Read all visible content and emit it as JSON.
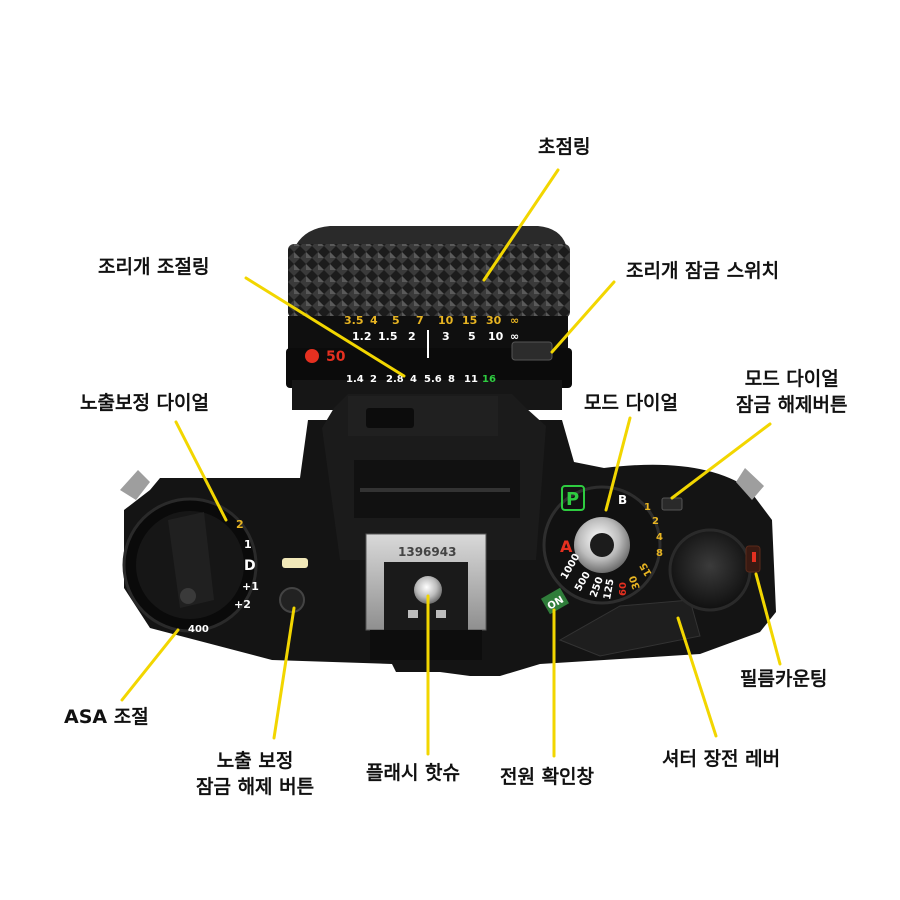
{
  "callouts": {
    "focus_ring": "초점링",
    "aperture_ring": "조리개 조절링",
    "aperture_lock": "조리개 잠금 스위치",
    "exposure_comp_dial": "노출보정 다이얼",
    "mode_dial": "모드 다이얼",
    "mode_dial_release": {
      "line1": "모드 다이얼",
      "line2": "잠금 해제버튼"
    },
    "asa_adjust": "ASA 조절",
    "exp_comp_release": {
      "line1": "노출 보정",
      "line2": "잠금 해제 버튼"
    },
    "hot_shoe": "플래시 핫슈",
    "power_window": "전원 확인창",
    "advance_lever": "셔터 장전 레버",
    "film_counter": "필름카운팅"
  },
  "camera_markings": {
    "lens_focal": "50",
    "aperture_scale": [
      "1.4",
      "2",
      "2.8",
      "4",
      "5.6",
      "8",
      "11",
      "16"
    ],
    "distance_ft": [
      "3.5",
      "4",
      "5",
      "7",
      "10",
      "15",
      "30",
      "∞"
    ],
    "distance_m": [
      "1.2",
      "1.5",
      "2",
      "3",
      "5",
      "10",
      "∞"
    ],
    "mode_letters": {
      "program": "P",
      "aperture": "A",
      "bulb": "B"
    },
    "shutter_speeds": [
      "1000",
      "500",
      "250",
      "125",
      "60",
      "30",
      "15",
      "8",
      "4",
      "2",
      "1"
    ],
    "comp_marks": [
      "2",
      "1",
      "D",
      "+1",
      "+2"
    ],
    "asa_value": "400",
    "serial": "1396943",
    "on_window": "ON"
  },
  "colors": {
    "leader_line": "#f2d600",
    "body": "#141414",
    "label_text": "#111111"
  }
}
